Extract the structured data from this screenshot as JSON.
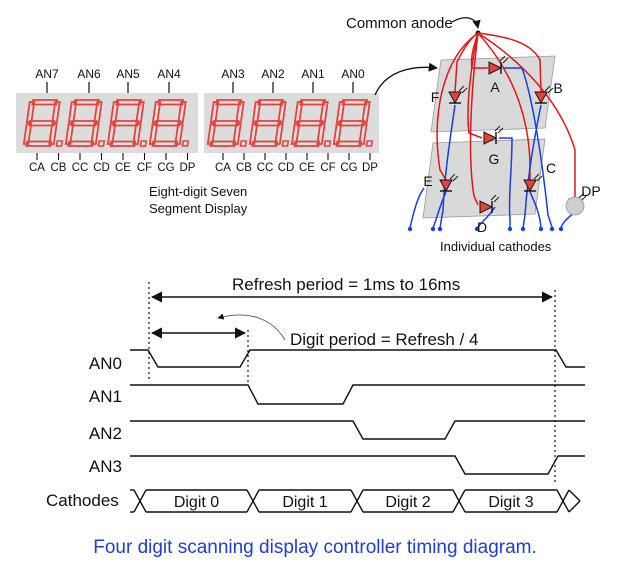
{
  "colors": {
    "segment_red": "#e8413c",
    "display_body": "#dcdcdc",
    "anode_wire": "#e01818",
    "cathode_wire": "#1a3ee0",
    "caption_blue": "#1f3fcf"
  },
  "display": {
    "left_group": {
      "anodes": [
        "AN7",
        "AN6",
        "AN5",
        "AN4"
      ],
      "cathodes": [
        "CA",
        "CB",
        "CC",
        "CD",
        "CE",
        "CF",
        "CG",
        "DP"
      ]
    },
    "right_group": {
      "anodes": [
        "AN3",
        "AN2",
        "AN1",
        "AN0"
      ],
      "cathodes": [
        "CA",
        "CB",
        "CC",
        "CD",
        "CE",
        "CF",
        "CG",
        "DP"
      ]
    },
    "label_line1": "Eight-digit Seven",
    "label_line2": "Segment Display"
  },
  "circuit": {
    "common_anode_label": "Common anode",
    "individual_cathodes_label": "Individual cathodes",
    "segments": [
      "A",
      "B",
      "C",
      "D",
      "E",
      "F",
      "G",
      "DP"
    ]
  },
  "timing": {
    "refresh_label": "Refresh period = 1ms to 16ms",
    "digit_period_label": "Digit period = Refresh / 4",
    "signals": [
      "AN0",
      "AN1",
      "AN2",
      "AN3"
    ],
    "cathodes_label": "Cathodes",
    "digits": [
      "Digit 0",
      "Digit 1",
      "Digit 2",
      "Digit 3"
    ]
  },
  "caption": "Four digit scanning display controller timing diagram."
}
